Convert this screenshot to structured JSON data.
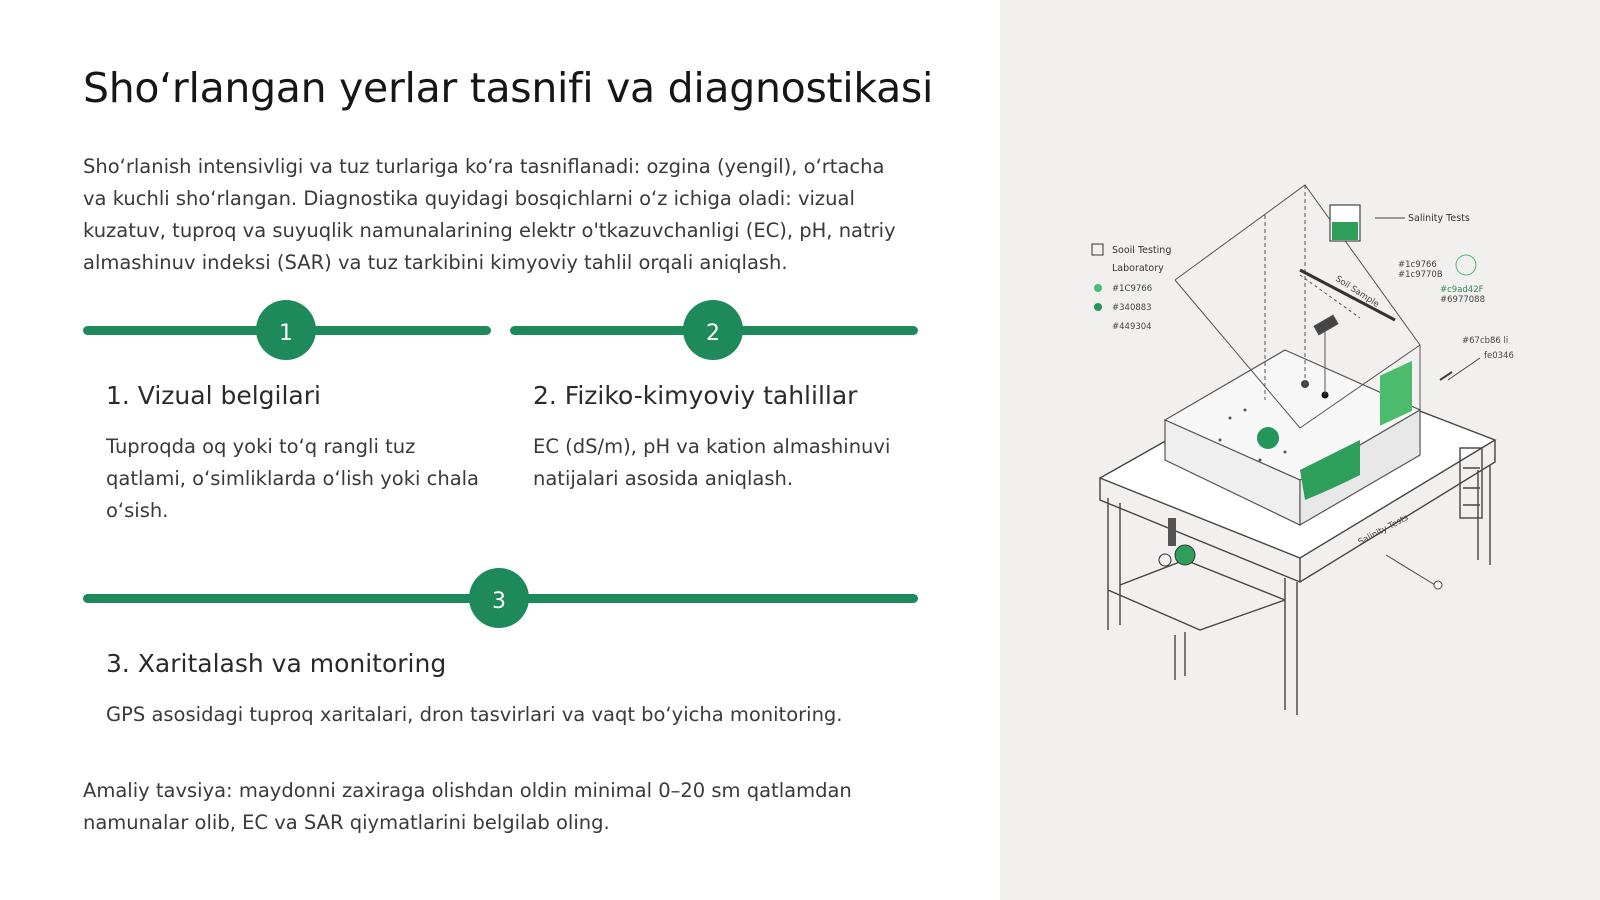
{
  "title": "Sho‘rlangan yerlar tasnifi va diagnostikasi",
  "intro": "Sho‘rlanish intensivligi va tuz turlariga ko‘ra tasniflanadi: ozgina (yengil), o‘rtacha va kuchli sho‘rlangan. Diagnostika quyidagi bosqichlarni o‘z ichiga oladi: vizual kuzatuv, tuproq va suyuqlik namunalarining elektr o'tkazuvchanligi (EC), pH, natriy almashinuv indeksi (SAR) va tuz tarkibini kimyoviy tahlil orqali aniqlash.",
  "steps": [
    {
      "number": "1",
      "title": "1. Vizual belgilari",
      "text": "Tuproqda oq yoki to‘q rangli tuz qatlami, o‘simliklarda o‘lish yoki chala o‘sish."
    },
    {
      "number": "2",
      "title": "2. Fiziko-kimyoviy tahlillar",
      "text": "EC (dS/m), pH va kation almashinuvi natijalari asosida aniqlash."
    },
    {
      "number": "3",
      "title": "3. Xaritalash va monitoring",
      "text": "GPS asosidagi tuproq xaritalari, dron tasvirlari va vaqt bo‘yicha monitoring."
    }
  ],
  "tip": "Amaliy tavsiya: maydonni zaxiraga olishdan oldin minimal 0–20 sm qatlamdan namunalar olib, EC va SAR qiymatlarini belgilab oling.",
  "illustration": {
    "lab_label_1": "Sooil Testing",
    "lab_label_2": "Laboratory",
    "legend": [
      "#1C9766",
      "#340883",
      "#449304"
    ],
    "salinity_tests": "Salinity Tests",
    "codes_top": [
      "#1c9766",
      "#1c9770B"
    ],
    "codes_green": [
      "#c9ad42F",
      "#6977088"
    ],
    "codes_right": [
      "#67cb86 li",
      "fe0346"
    ],
    "soil_label": "Soil Sample",
    "table_label": "Salinity Tests"
  },
  "colors": {
    "accent": "#1e8a5c",
    "panel": "#f2f0ef",
    "text": "#3a3a3a"
  }
}
